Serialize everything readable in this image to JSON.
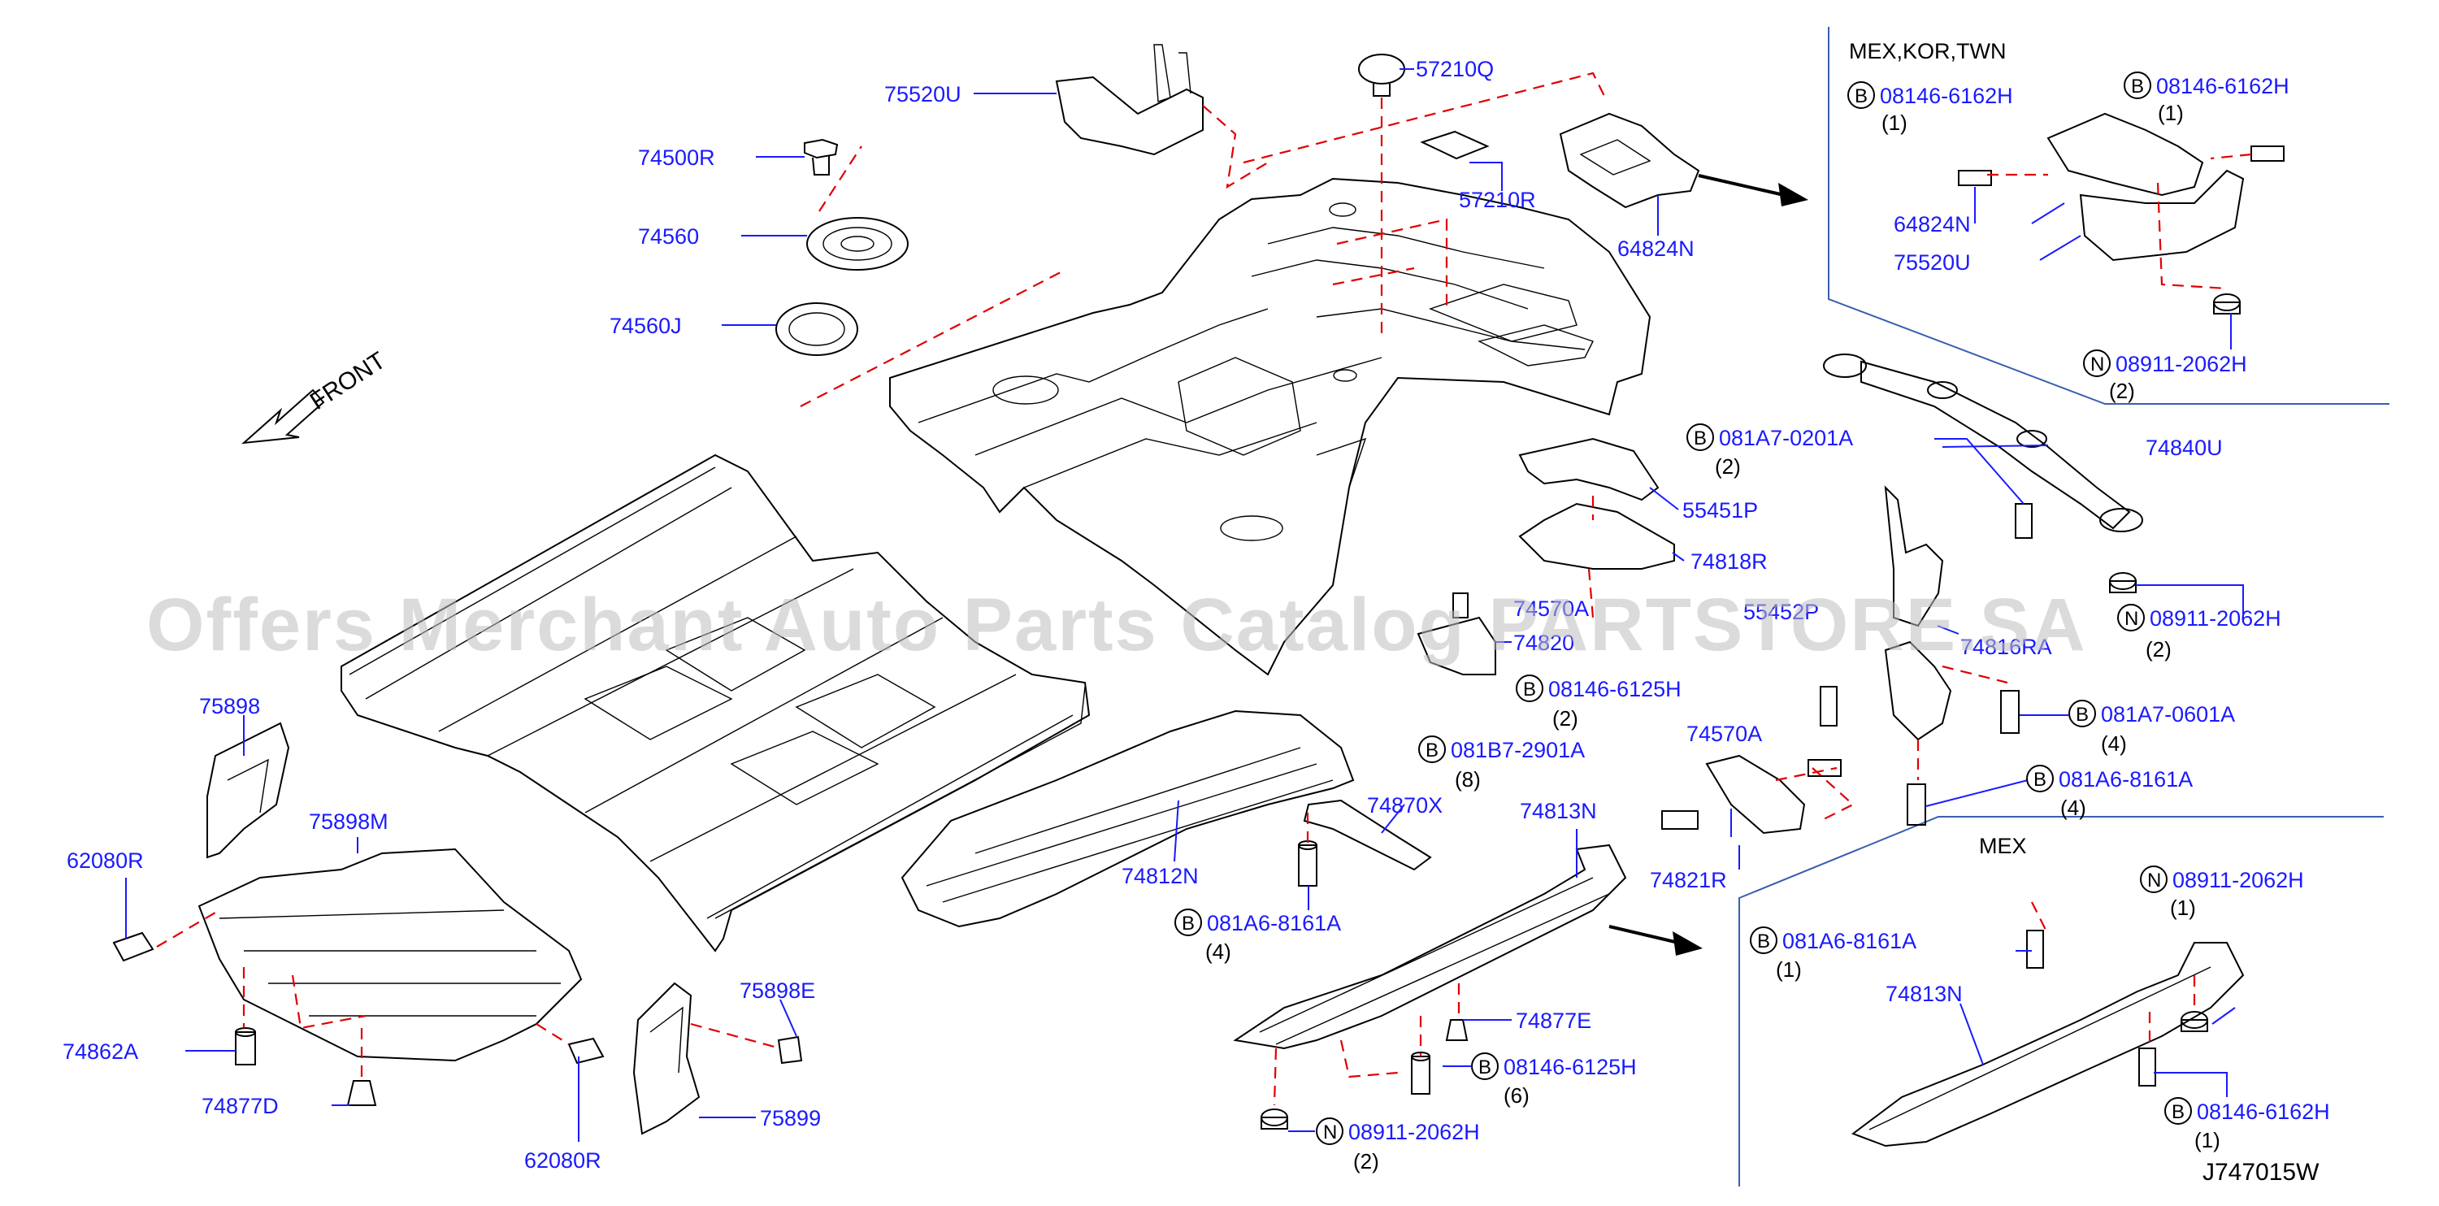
{
  "diagram_code": "J747015W",
  "front_label": "FRONT",
  "watermark": "Offers Merchant Auto Parts Catalog PARTSTORE.SA",
  "inset_top": {
    "title": "MEX,KOR,TWN",
    "labels": {
      "bolt_left": "08146-6162H",
      "bolt_left_qty": "(1)",
      "bolt_right": "08146-6162H",
      "bolt_right_qty": "(1)",
      "bracket_a": "64824N",
      "bracket_b": "75520U",
      "nut": "08911-2062H",
      "nut_qty": "(2)"
    }
  },
  "inset_bottom": {
    "title": "MEX",
    "labels": {
      "nut": "08911-2062H",
      "nut_qty": "(1)",
      "bolt_a": "081A6-8161A",
      "bolt_a_qty": "(1)",
      "cover": "74813N",
      "bolt_b": "08146-6162H",
      "bolt_b_qty": "(1)"
    }
  },
  "callouts": {
    "p75520U": "75520U",
    "p57210Q": "57210Q",
    "p57210R": "57210R",
    "p64824N": "64824N",
    "p74500R": "74500R",
    "p74560": "74560",
    "p74560J": "74560J",
    "p75898": "75898",
    "p62080R_left": "62080R",
    "p75898M": "75898M",
    "p74862A": "74862A",
    "p74877D": "74877D",
    "p62080R_bottom": "62080R",
    "p75898E": "75898E",
    "p75899": "75899",
    "p74812N": "74812N",
    "p74870X": "74870X",
    "b081B7_2901A": "081B7-2901A",
    "b081B7_2901A_qty": "(8)",
    "b081A6_8161A_mid": "081A6-8161A",
    "b081A6_8161A_mid_qty": "(4)",
    "p74813N": "74813N",
    "p74877E": "74877E",
    "b08146_6125H_low": "08146-6125H",
    "b08146_6125H_low_qty": "(6)",
    "n08911_2062H_low": "08911-2062H",
    "n08911_2062H_low_qty": "(2)",
    "b081A7_0201A": "081A7-0201A",
    "b081A7_0201A_qty": "(2)",
    "p55451P": "55451P",
    "p74818R": "74818R",
    "p74570A_top": "74570A",
    "p74820_partial": "74820",
    "b08146_6125H_mid": "08146-6125H",
    "b08146_6125H_mid_qty": "(2)",
    "p55452P": "55452P",
    "p74840U": "74840U",
    "n08911_2062H_right": "08911-2062H",
    "n08911_2062H_right_qty": "(2)",
    "p74816RA": "74816RA",
    "b081A7_0601A": "081A7-0601A",
    "b081A7_0601A_qty": "(4)",
    "p74570A": "74570A",
    "b081A6_8161A_right": "081A6-8161A",
    "b081A6_8161A_right_qty": "(4)",
    "p74821R": "74821R"
  }
}
